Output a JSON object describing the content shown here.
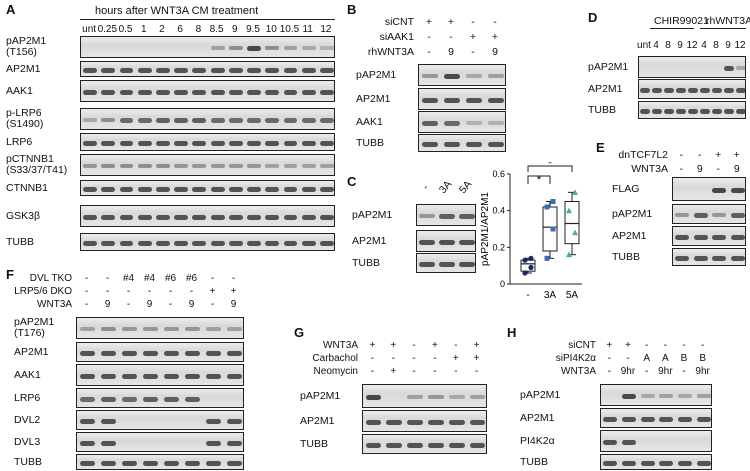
{
  "panels": {
    "A": {
      "letter": "A",
      "header": "hours after WNT3A CM treatment",
      "timepoints": [
        "unt",
        "0.25",
        "0.5",
        "1",
        "2",
        "6",
        "8",
        "8.5",
        "9",
        "9.5",
        "10",
        "10.5",
        "11",
        "12"
      ],
      "rows": [
        "pAP2M1\n(T156)",
        "AP2M1",
        "AAK1",
        "p-LRP6\n(S1490)",
        "LRP6",
        "pCTNNB1\n(S33/37/T41)",
        "CTNNB1",
        "GSK3β",
        "TUBB"
      ]
    },
    "B": {
      "letter": "B",
      "conditions": [
        {
          "label": "siCNT",
          "values": [
            "+",
            "+",
            "-",
            "-"
          ]
        },
        {
          "label": "siAAK1",
          "values": [
            "-",
            "-",
            "+",
            "+"
          ]
        },
        {
          "label": "rhWNT3A",
          "values": [
            "-",
            "9",
            "-",
            "9"
          ]
        }
      ],
      "rows": [
        "pAP2M1",
        "AP2M1",
        "AAK1",
        "TUBB"
      ]
    },
    "C": {
      "letter": "C",
      "lanes": [
        "-",
        "3A",
        "5A"
      ],
      "rows": [
        "pAP2M1",
        "AP2M1",
        "TUBB"
      ],
      "star1": "*",
      "star2": "*"
    },
    "D": {
      "letter": "D",
      "group1": "CHIR99021",
      "group2": "rhWNT3A",
      "lanes": [
        "unt",
        "4",
        "8",
        "9",
        "12",
        "4",
        "8",
        "9",
        "12"
      ],
      "rows": [
        "pAP2M1",
        "AP2M1",
        "TUBB"
      ]
    },
    "E": {
      "letter": "E",
      "conditions": [
        {
          "label": "dnTCF7L2",
          "values": [
            "-",
            "-",
            "+",
            "+"
          ]
        },
        {
          "label": "WNT3A",
          "values": [
            "-",
            "9",
            "-",
            "9"
          ]
        }
      ],
      "rows": [
        "FLAG",
        "pAP2M1",
        "AP2M1",
        "TUBB"
      ]
    },
    "F": {
      "letter": "F",
      "conditions": [
        {
          "label": "DVL TKO",
          "values": [
            "-",
            "-",
            "#4",
            "#4",
            "#6",
            "#6",
            "-",
            "-"
          ]
        },
        {
          "label": "LRP5/6 DKO",
          "values": [
            "-",
            "-",
            "-",
            "-",
            "-",
            "-",
            "+",
            "+"
          ]
        },
        {
          "label": "WNT3A",
          "values": [
            "-",
            "9",
            "-",
            "9",
            "-",
            "9",
            "-",
            "9"
          ]
        }
      ],
      "rows": [
        "pAP2M1\n(T176)",
        "AP2M1",
        "AAK1",
        "LRP6",
        "DVL2",
        "DVL3",
        "TUBB"
      ]
    },
    "G": {
      "letter": "G",
      "conditions": [
        {
          "label": "WNT3A",
          "values": [
            "+",
            "+",
            "-",
            "+",
            "-",
            "+"
          ]
        },
        {
          "label": "Carbachol",
          "values": [
            "-",
            "-",
            "-",
            "-",
            "+",
            "+"
          ]
        },
        {
          "label": "Neomycin",
          "values": [
            "-",
            "+",
            "-",
            "-",
            "-",
            "-"
          ]
        }
      ],
      "rows": [
        "pAP2M1",
        "AP2M1",
        "TUBB"
      ]
    },
    "H": {
      "letter": "H",
      "conditions": [
        {
          "label": "siCNT",
          "values": [
            "+",
            "+",
            "-",
            "-",
            "-",
            "-"
          ]
        },
        {
          "label": "siPI4K2α",
          "values": [
            "-",
            "-",
            "A",
            "A",
            "B",
            "B"
          ]
        },
        {
          "label": "WNT3A",
          "values": [
            "-",
            "9hr",
            "-",
            "9hr",
            "-",
            "9hr"
          ]
        }
      ],
      "rows": [
        "pAP2M1",
        "AP2M1",
        "PI4K2α",
        "TUBB"
      ]
    }
  },
  "chart_data": {
    "type": "box",
    "ylabel": "pAP2M1/AP2M1",
    "categories": [
      "-",
      "3A",
      "5A"
    ],
    "yticks": [
      "0",
      "0.2",
      "0.4",
      "0.6"
    ],
    "ylim": [
      0,
      0.6
    ],
    "series": [
      {
        "category": "-",
        "points": [
          0.06,
          0.09,
          0.13,
          0.14
        ],
        "q1": 0.07,
        "median": 0.11,
        "q3": 0.13,
        "min": 0.06,
        "max": 0.14
      },
      {
        "category": "3A",
        "points": [
          0.14,
          0.3,
          0.42,
          0.45
        ],
        "q1": 0.18,
        "median": 0.31,
        "q3": 0.42,
        "min": 0.14,
        "max": 0.45
      },
      {
        "category": "5A",
        "points": [
          0.16,
          0.28,
          0.4,
          0.5
        ],
        "q1": 0.22,
        "median": 0.33,
        "q3": 0.45,
        "min": 0.16,
        "max": 0.5
      }
    ],
    "significance": [
      {
        "from": "-",
        "to": "3A",
        "label": "*"
      },
      {
        "from": "-",
        "to": "5A",
        "label": "*"
      }
    ],
    "colors": {
      "none": "#1a2a6b",
      "3A": "#3a6fb0",
      "5A": "#3fb0a5",
      "box": "#222222"
    }
  }
}
